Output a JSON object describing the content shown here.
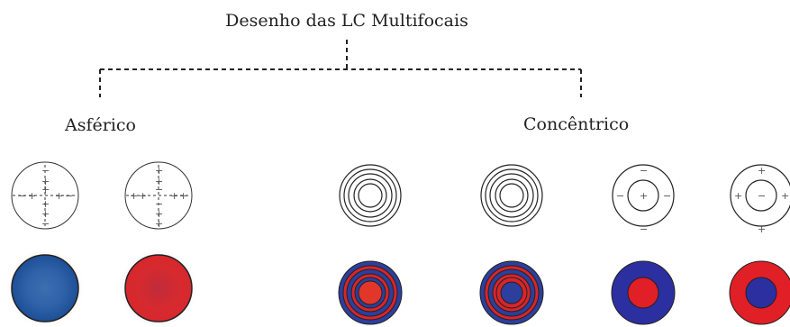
{
  "title": "Desenho das LC Multifocais",
  "categories": {
    "aspheric": "Asférico",
    "concentric": "Concêntrico"
  },
  "colors": {
    "blue": "#2c3f9c",
    "red": "#d8252a",
    "aspheric_blue": "#2f6bb0",
    "aspheric_red": "#cf2a2f",
    "line": "#222222"
  }
}
